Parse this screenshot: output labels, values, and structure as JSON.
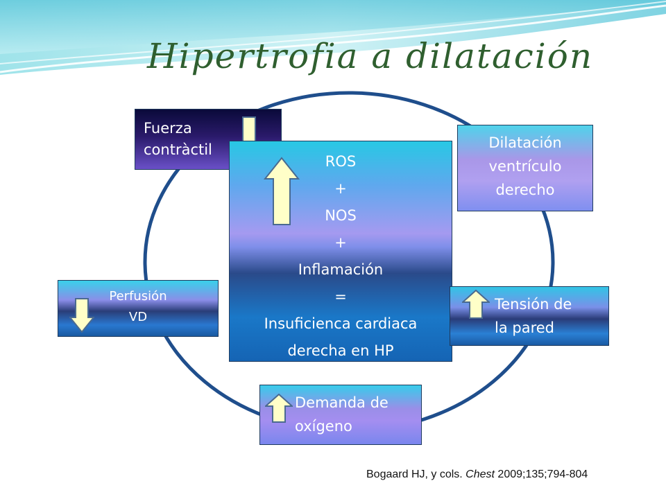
{
  "slide": {
    "title": "Hipertrofia a dilatación",
    "reference": {
      "authors": "Bogaard HJ, y cols. ",
      "journal": "Chest",
      "details": " 2009;135;794-804"
    }
  },
  "boxes": {
    "fuerza": [
      "Fuerza",
      "contràctil"
    ],
    "dilatacion": [
      "Dilatación",
      "ventrículo",
      "derecho"
    ],
    "central": [
      "ROS",
      "+",
      "NOS",
      "+",
      "Inflamación",
      "=",
      "Insuficienca cardiaca",
      "derecha en HP"
    ],
    "perfusion": [
      "Perfusión",
      "VD"
    ],
    "tension": [
      "Tensión   de",
      "la pared"
    ],
    "demanda": [
      "Demanda de",
      "oxígeno"
    ]
  },
  "arrows": {
    "fuerza": "down-arrow-icon",
    "central": "up-arrow-icon",
    "perfusion": "down-arrow-icon",
    "tension": "up-arrow-icon",
    "demanda": "up-arrow-icon"
  },
  "colors": {
    "title": "#2f5f2f",
    "circle": "#1f4e8c",
    "arrow_fill": "#ffffc8",
    "arrow_stroke": "#4a6a90"
  }
}
